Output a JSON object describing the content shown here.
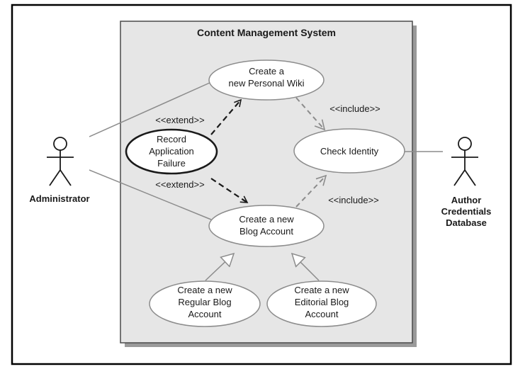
{
  "system": {
    "title": "Content Management System"
  },
  "actors": {
    "administrator": "Administrator",
    "author_db_line1": "Author",
    "author_db_line2": "Credentials",
    "author_db_line3": "Database"
  },
  "use_cases": {
    "personal_wiki": [
      "Create a",
      "new Personal Wiki"
    ],
    "record_failure": [
      "Record",
      "Application",
      "Failure"
    ],
    "check_identity": [
      "Check Identity"
    ],
    "blog_account": [
      "Create a new",
      "Blog Account"
    ],
    "regular_blog": [
      "Create a new",
      "Regular Blog",
      "Account"
    ],
    "editorial_blog": [
      "Create a new",
      "Editorial Blog",
      "Account"
    ]
  },
  "relationships": {
    "extend_top": "<<extend>>",
    "extend_bottom": "<<extend>>",
    "include_top": "<<include>>",
    "include_bottom": "<<include>>"
  },
  "colors": {
    "system_fill": "#e6e6e6",
    "system_shadow": "#9a9a9a",
    "line": "#1a1a1a",
    "assoc_line": "#8c8c8c",
    "usecase_fill": "#ffffff"
  }
}
